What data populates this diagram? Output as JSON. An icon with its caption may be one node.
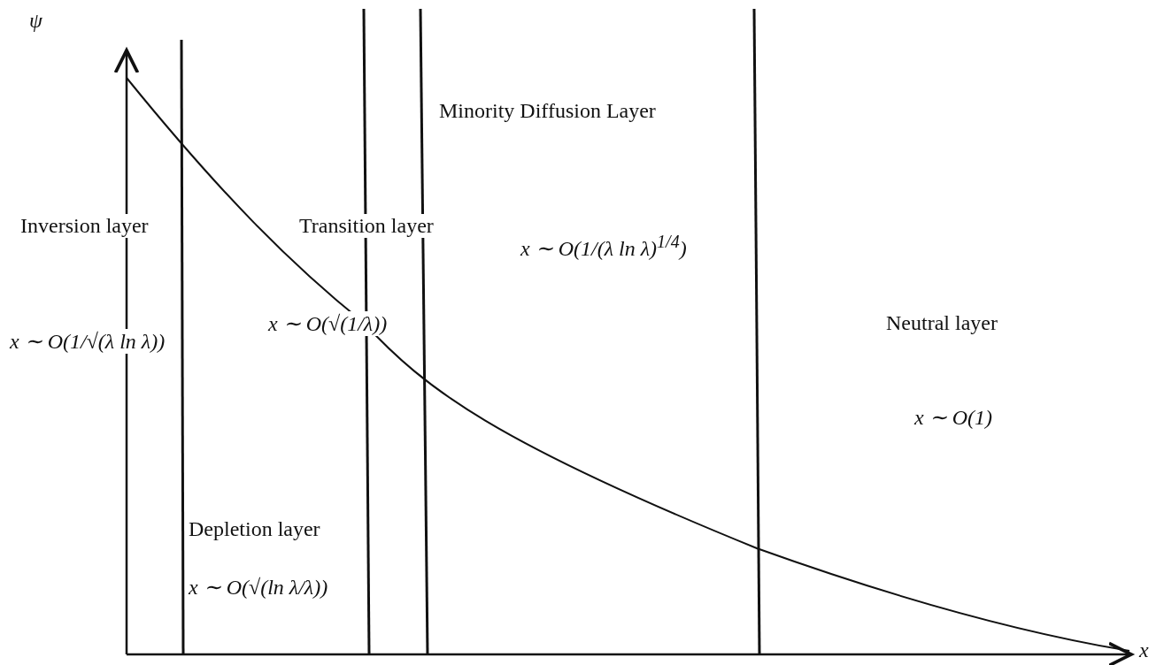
{
  "diagram": {
    "labels": [
      "ψ",
      "Minority Diffusion Layer",
      "Inversion layer",
      "Transition layer",
      "x ∼ O(1/(λ ln λ)$^{1/4}$)",
      "x ∼ O(1/√(λ ln λ))",
      "x ∼ O(√(1/λ))",
      "Neutral layer",
      "x ∼ O(1)",
      "Depletion layer",
      "x ∼ O(√(ln λ/λ))",
      "x"
    ]
  }
}
